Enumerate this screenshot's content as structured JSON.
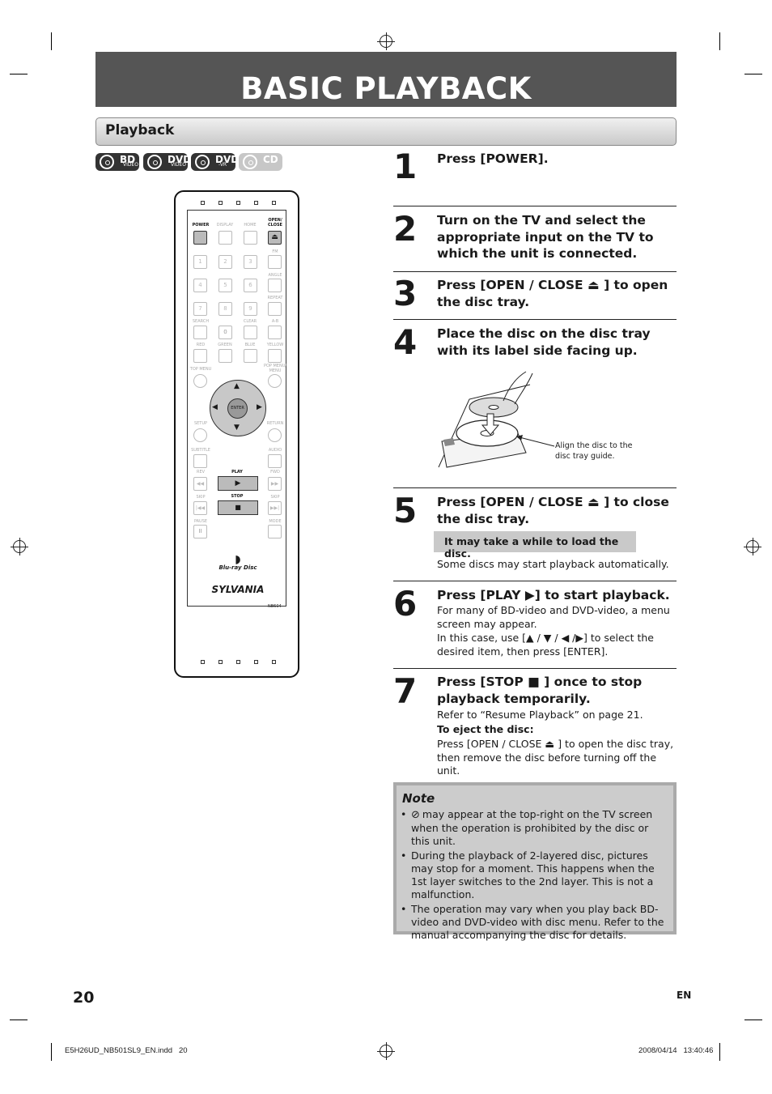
{
  "page": {
    "title": "BASIC PLAYBACK",
    "section": "Playback",
    "page_number": "20",
    "lang": "EN",
    "footer_file": "E5H26UD_NB501SL9_EN.indd   20",
    "footer_date": "2008/04/14   13:40:46"
  },
  "badges": [
    {
      "main": "BD",
      "sub": "VIDEO"
    },
    {
      "main": "DVD",
      "sub": "VIDEO"
    },
    {
      "main": "DVD",
      "sub": "-VR"
    },
    {
      "main": "CD",
      "sub": ""
    }
  ],
  "remote": {
    "power": "POWER",
    "display": "DISPLAY",
    "home": "HOME",
    "open_close": "OPEN/ CLOSE",
    "fm": "FM",
    "angle": "ANGLE",
    "repeat": "REPEAT",
    "search": "SEARCH",
    "clear": "CLEAR",
    "ab": "A-B",
    "red": "RED",
    "green": "GREEN",
    "blue": "BLUE",
    "yellow": "YELLOW",
    "top_menu": "TOP MENU",
    "pop_menu": "POP MENU/ MENU",
    "enter": "ENTER",
    "setup": "SETUP",
    "return": "RETURN",
    "subtitle": "SUBTITLE",
    "audio": "AUDIO",
    "rev": "REV",
    "play": "PLAY",
    "fwd": "FWD",
    "skip": "SKIP",
    "stop": "STOP",
    "pause": "PAUSE",
    "mode": "MODE",
    "digits": [
      "1",
      "2",
      "3",
      "4",
      "5",
      "6",
      "7",
      "8",
      "9",
      "0"
    ],
    "logo": "Blu-ray Disc",
    "brand": "SYLVANIA",
    "model": "NB604"
  },
  "steps": [
    {
      "num": "1",
      "title": "Press [POWER]."
    },
    {
      "num": "2",
      "title": "Turn on the TV and select the appropriate input on the TV to which the unit is connected."
    },
    {
      "num": "3",
      "title": "Press [OPEN / CLOSE ⏏ ] to open the disc tray."
    },
    {
      "num": "4",
      "title": "Place the disc on the disc tray with its label side facing up.",
      "caption": "Align the disc to the disc tray guide."
    },
    {
      "num": "5",
      "title": "Press [OPEN / CLOSE ⏏ ] to close the disc tray.",
      "tip": "It may take a while to load the disc.",
      "body": "Some discs may start playback automatically."
    },
    {
      "num": "6",
      "title": "Press [PLAY ▶] to start playback.",
      "body1": "For many of BD-video and DVD-video, a menu screen may appear.",
      "body2": "In this case, use [▲ / ▼ / ◀ /▶] to select the desired item, then press [ENTER]."
    },
    {
      "num": "7",
      "title": "Press [STOP ■ ] once to stop playback temporarily.",
      "body1": "Refer to “Resume Playback” on page 21.",
      "eject_head": "To eject the disc:",
      "body2": "Press [OPEN / CLOSE ⏏ ] to open the disc tray, then remove the disc before turning off the unit."
    }
  ],
  "note": {
    "title": "Note",
    "items": [
      "may appear at the top-right on the TV screen when the operation is prohibited by the disc or this unit.",
      "During the playback of 2-layered disc, pictures may stop for a moment. This happens when the 1st layer switches to the 2nd layer. This is not a malfunction.",
      "The operation may vary when you play back BD-video and DVD-video with disc menu. Refer to the manual accompanying the disc for details."
    ]
  }
}
